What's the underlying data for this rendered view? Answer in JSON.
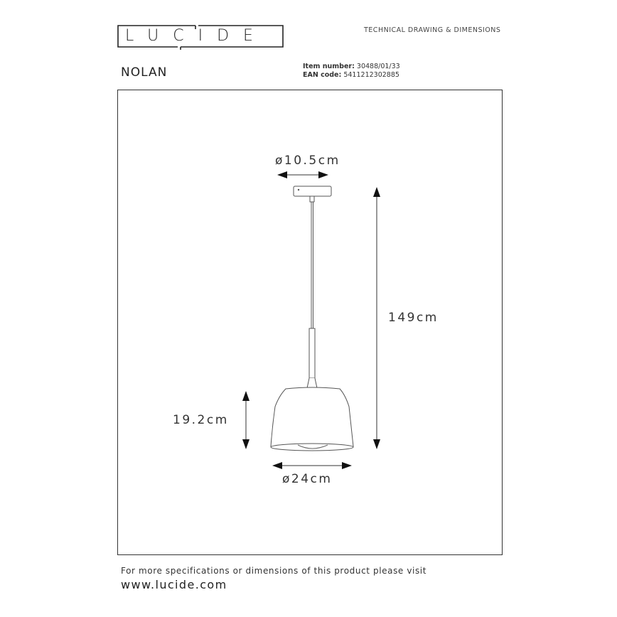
{
  "brand": {
    "logo_text": "LUCIDE",
    "logo_letters": [
      "L",
      "U",
      "C",
      "I",
      "D",
      "E"
    ]
  },
  "header": {
    "section_label": "TECHNICAL DRAWING & DIMENSIONS",
    "product_name": "NOLAN",
    "item_number_label": "Item number:",
    "item_number": "30488/01/33",
    "ean_label": "EAN code:",
    "ean_code": "5411212302885"
  },
  "drawing": {
    "canopy_diameter": "ø10.5cm",
    "total_height": "149cm",
    "shade_height": "19.2cm",
    "shade_diameter": "ø24cm",
    "icons": {
      "canopy": "pendant-canopy-icon",
      "shade": "pendant-shade-icon",
      "arrow": "double-arrow-icon"
    },
    "colors": {
      "line": "#333333",
      "arrow": "#111111",
      "frame": "#333333"
    }
  },
  "footer": {
    "note": "For more specifications or dimensions of this product please visit",
    "url": "www.lucide.com"
  }
}
